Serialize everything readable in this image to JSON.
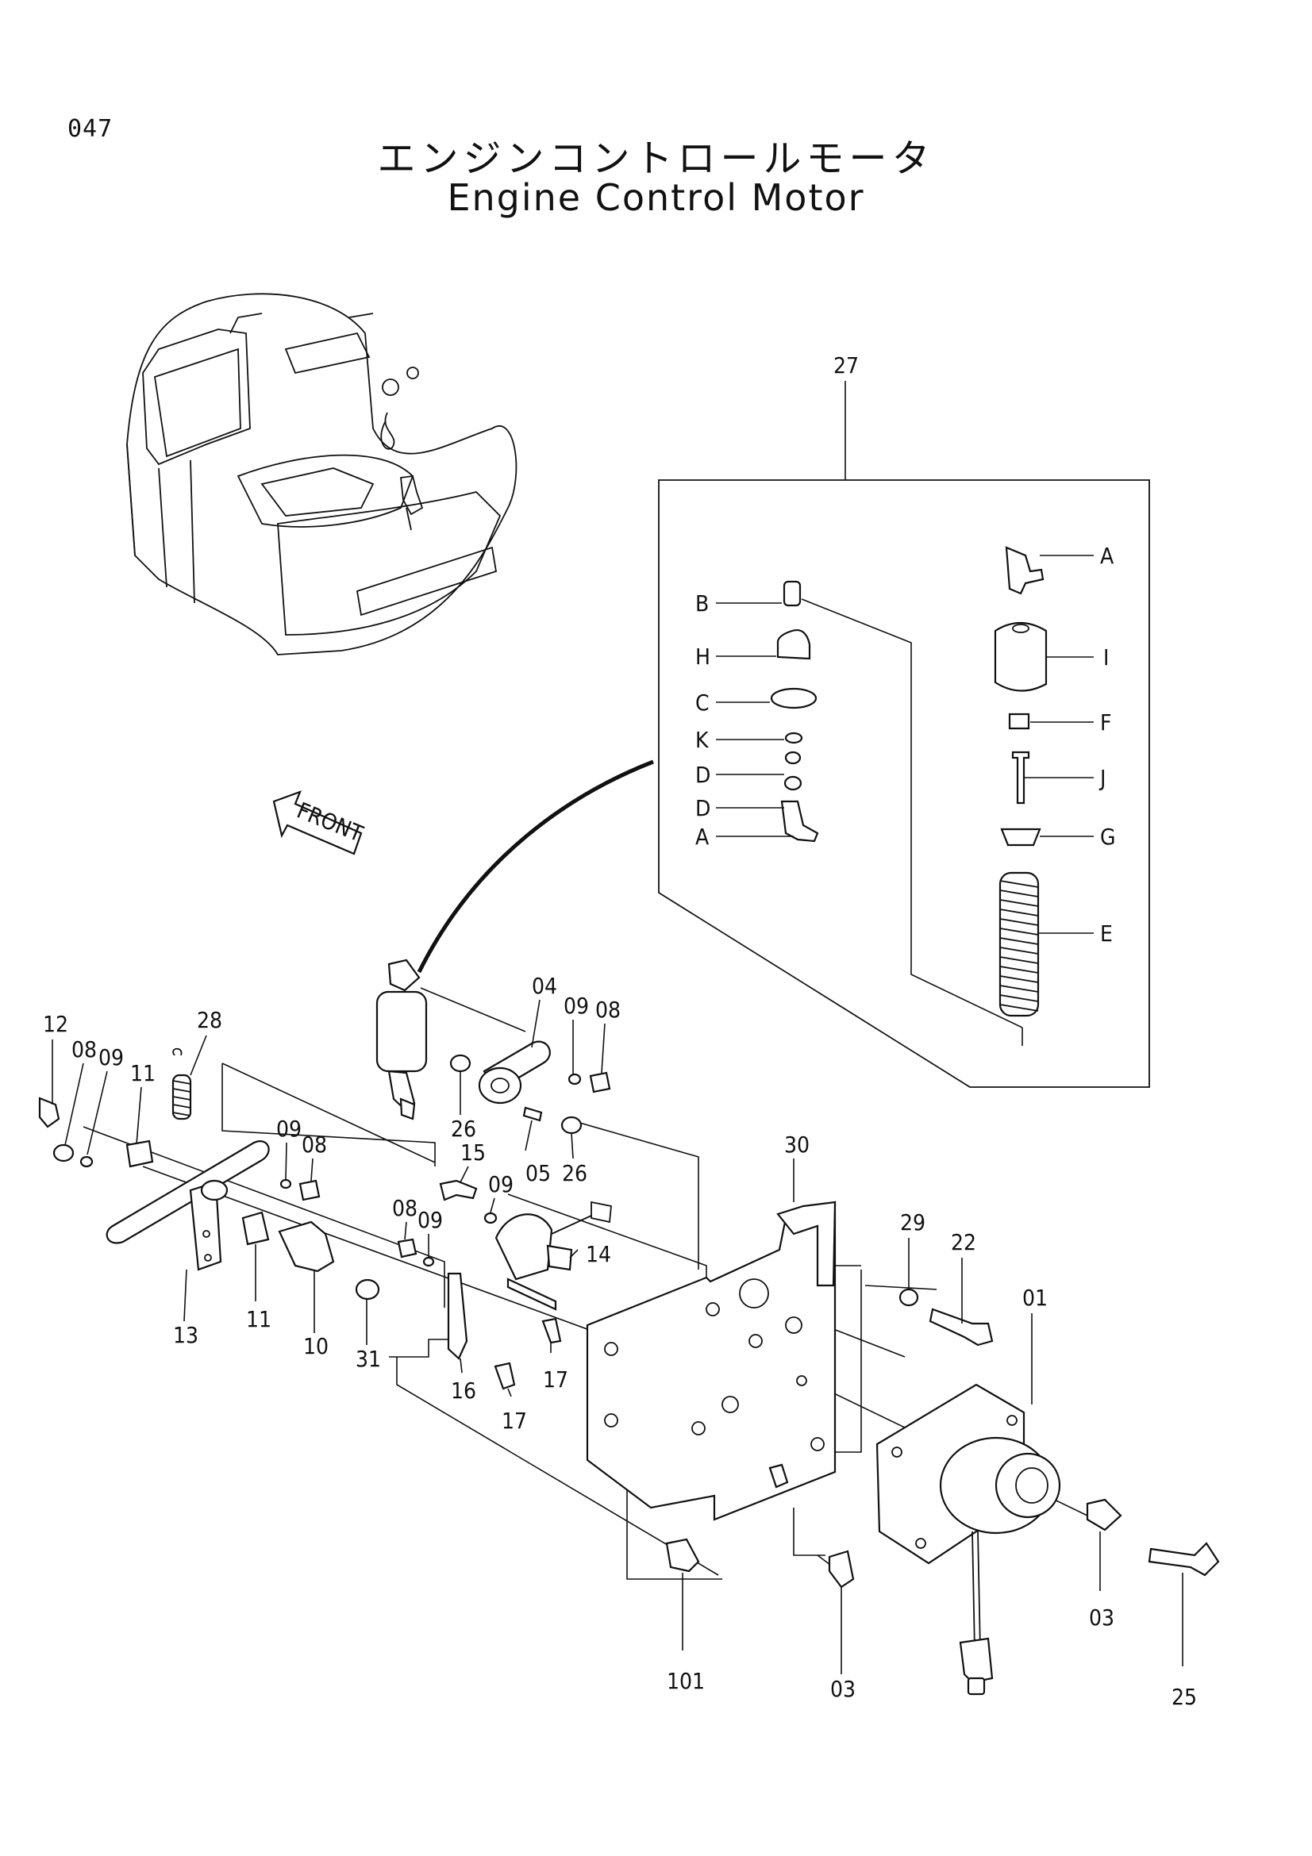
{
  "header": {
    "page_number": "047",
    "title_jp": "エンジンコントロールモータ",
    "title_en": "Engine Control Motor"
  },
  "orientation": {
    "front_arrow_label": "FRONT"
  },
  "kit": {
    "number": "27",
    "left_column": [
      "B",
      "H",
      "C",
      "K",
      "D",
      "D",
      "A"
    ],
    "right_column": [
      "A",
      "I",
      "F",
      "J",
      "G",
      "E"
    ]
  },
  "callouts": {
    "c12": "12",
    "c08a": "08",
    "c09a": "09",
    "c11a": "11",
    "c28": "28",
    "c09b": "09",
    "c08b": "08",
    "c11b": "11",
    "c13": "13",
    "c10": "10",
    "c31": "31",
    "c15": "15",
    "c08c": "08",
    "c09c": "09",
    "c26a": "26",
    "c26b": "26",
    "c05": "05",
    "c04": "04",
    "c09d": "09",
    "c08d": "08",
    "c09e": "09",
    "c14": "14",
    "c16": "16",
    "c17a": "17",
    "c17b": "17",
    "c30": "30",
    "c29": "29",
    "c22": "22",
    "c01": "01",
    "c101": "101",
    "c03a": "03",
    "c03b": "03",
    "c25": "25"
  }
}
